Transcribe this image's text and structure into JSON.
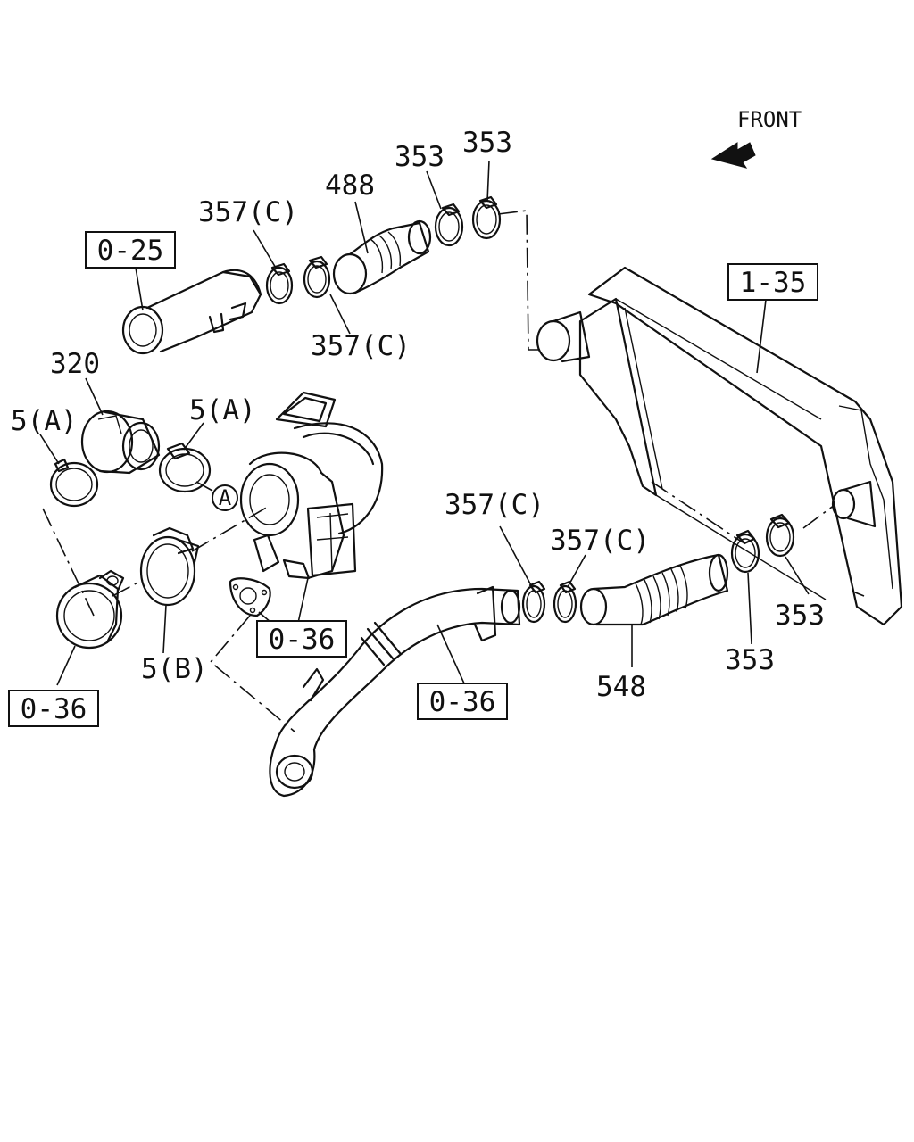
{
  "orientation": {
    "label": "FRONT",
    "icon": "front-arrow-icon"
  },
  "reference_boxes": [
    "0-25",
    "1-35",
    "0-36",
    "0-36",
    "0-36"
  ],
  "callouts": {
    "c357_top1": "357(C)",
    "c357_top2": "357(C)",
    "c488": "488",
    "c353_a": "353",
    "c353_b": "353",
    "c320": "320",
    "c5a_left": "5(A)",
    "c5a_right": "5(A)",
    "marker_a": "A",
    "c5b": "5(B)",
    "c357_mid1": "357(C)",
    "c357_mid2": "357(C)",
    "c548": "548",
    "c353_c": "353",
    "c353_d": "353"
  }
}
